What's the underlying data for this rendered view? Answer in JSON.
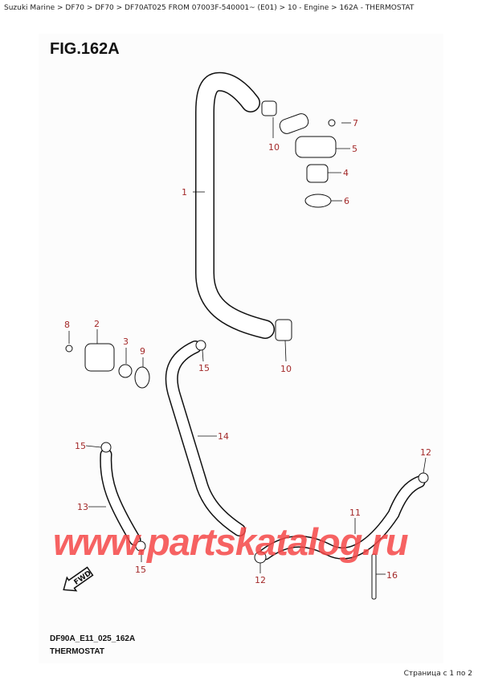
{
  "breadcrumb": "Suzuki Marine > DF70 > DF70 > DF70AT025 FROM 07003F-540001~ (E01) > 10 - Engine > 162A - THERMOSTAT",
  "figure": {
    "title": "FIG.162A",
    "code": "DF90A_E11_025_162A",
    "name": "THERMOSTAT"
  },
  "callouts": [
    "1",
    "7",
    "10",
    "5",
    "4",
    "6",
    "8",
    "2",
    "3",
    "9",
    "10",
    "15",
    "14",
    "15",
    "12",
    "13",
    "11",
    "15",
    "12",
    "16"
  ],
  "fwd_label": "FWD",
  "watermark": "www.partskatalog.ru",
  "pager": "Страница с 1 по 2",
  "colors": {
    "callout": "#a32a2a",
    "watermark": "#f54646"
  }
}
